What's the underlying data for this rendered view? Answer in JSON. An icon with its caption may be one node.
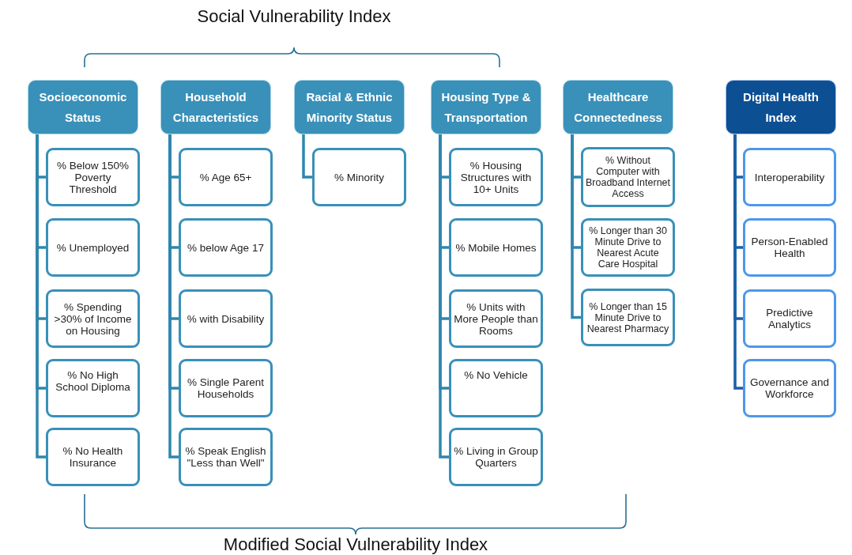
{
  "diagram": {
    "nodes": [
      {
        "text": [
          "Socioeconomic Status"
        ]
      },
      {
        "text": [
          "% Below 150% Poverty Threshold"
        ]
      },
      {
        "text": [
          "% Unemployed"
        ]
      },
      {
        "text": [
          "% Spending >30% of Income on Housing"
        ]
      },
      {
        "text": [
          "% No High School Diploma"
        ]
      },
      {
        "text": [
          "% No Health Insurance"
        ]
      },
      {
        "text": [
          "Household Characteristics"
        ]
      },
      {
        "text": [
          "% Age 65+"
        ]
      },
      {
        "text": [
          "% below Age 17"
        ]
      },
      {
        "text": [
          "% with Disability"
        ]
      },
      {
        "text": [
          "% Single Parent Households"
        ]
      },
      {
        "text": [
          "% Speak English \"Less than Well\""
        ]
      },
      {
        "text": [
          "Racial & Ethnic Minority Status"
        ]
      },
      {
        "text": [
          "% Minority"
        ]
      },
      {
        "text": [
          "Housing Type & Transportation"
        ]
      },
      {
        "text": [
          "% Housing Structures with 10+ Units"
        ]
      },
      {
        "text": [
          "% Mobile Homes"
        ]
      },
      {
        "text": [
          "% Units with More People than Rooms"
        ]
      },
      {
        "text": [
          "% No Vehicle"
        ]
      },
      {
        "text": [
          "% Living in Group Quarters"
        ]
      },
      {
        "text": [
          "Healthcare Connectedness"
        ]
      },
      {
        "text": [
          "% Without Computer with Broadband Internet Access"
        ]
      },
      {
        "text": [
          "% Longer than 30 Minute Drive to Nearest Acute Care Hospital"
        ]
      },
      {
        "text": [
          "% Longer than 15 Minute Drive to Nearest Pharmacy"
        ]
      },
      {
        "text": [
          "Digital Health Index"
        ]
      },
      {
        "text": [
          "Interoperability"
        ]
      },
      {
        "text": [
          "Person-Enabled Health"
        ]
      },
      {
        "text": [
          "Predictive Analytics"
        ]
      },
      {
        "text": [
          "Governance and Workforce"
        ]
      }
    ],
    "edges": [
      {
        "from": 0,
        "to": 1,
        "arrow": "none"
      },
      {
        "from": 0,
        "to": 2,
        "arrow": "none"
      },
      {
        "from": 0,
        "to": 3,
        "arrow": "none"
      },
      {
        "from": 0,
        "to": 4,
        "arrow": "none"
      },
      {
        "from": 0,
        "to": 5,
        "arrow": "none"
      },
      {
        "from": 6,
        "to": 7,
        "arrow": "none"
      },
      {
        "from": 6,
        "to": 8,
        "arrow": "none"
      },
      {
        "from": 6,
        "to": 9,
        "arrow": "none"
      },
      {
        "from": 6,
        "to": 10,
        "arrow": "none"
      },
      {
        "from": 6,
        "to": 11,
        "arrow": "none"
      },
      {
        "from": 12,
        "to": 13,
        "arrow": "none"
      },
      {
        "from": 14,
        "to": 15,
        "arrow": "none"
      },
      {
        "from": 14,
        "to": 16,
        "arrow": "none"
      },
      {
        "from": 14,
        "to": 17,
        "arrow": "none"
      },
      {
        "from": 14,
        "to": 18,
        "arrow": "none"
      },
      {
        "from": 14,
        "to": 19,
        "arrow": "none"
      },
      {
        "from": 20,
        "to": 21,
        "arrow": "none"
      },
      {
        "from": 20,
        "to": 22,
        "arrow": "none"
      },
      {
        "from": 20,
        "to": 23,
        "arrow": "none"
      },
      {
        "from": 24,
        "to": 25,
        "arrow": "none",
        "color": "#1c5fa6"
      },
      {
        "from": 24,
        "to": 26,
        "arrow": "none",
        "color": "#1c5fa6"
      },
      {
        "from": 24,
        "to": 27,
        "arrow": "none",
        "color": "#1c5fa6"
      },
      {
        "from": 24,
        "to": 28,
        "arrow": "none",
        "color": "#1c5fa6"
      }
    ],
    "labels": [
      "Social Vulnerability Index",
      "Modified Social Vulnerability Index"
    ]
  }
}
